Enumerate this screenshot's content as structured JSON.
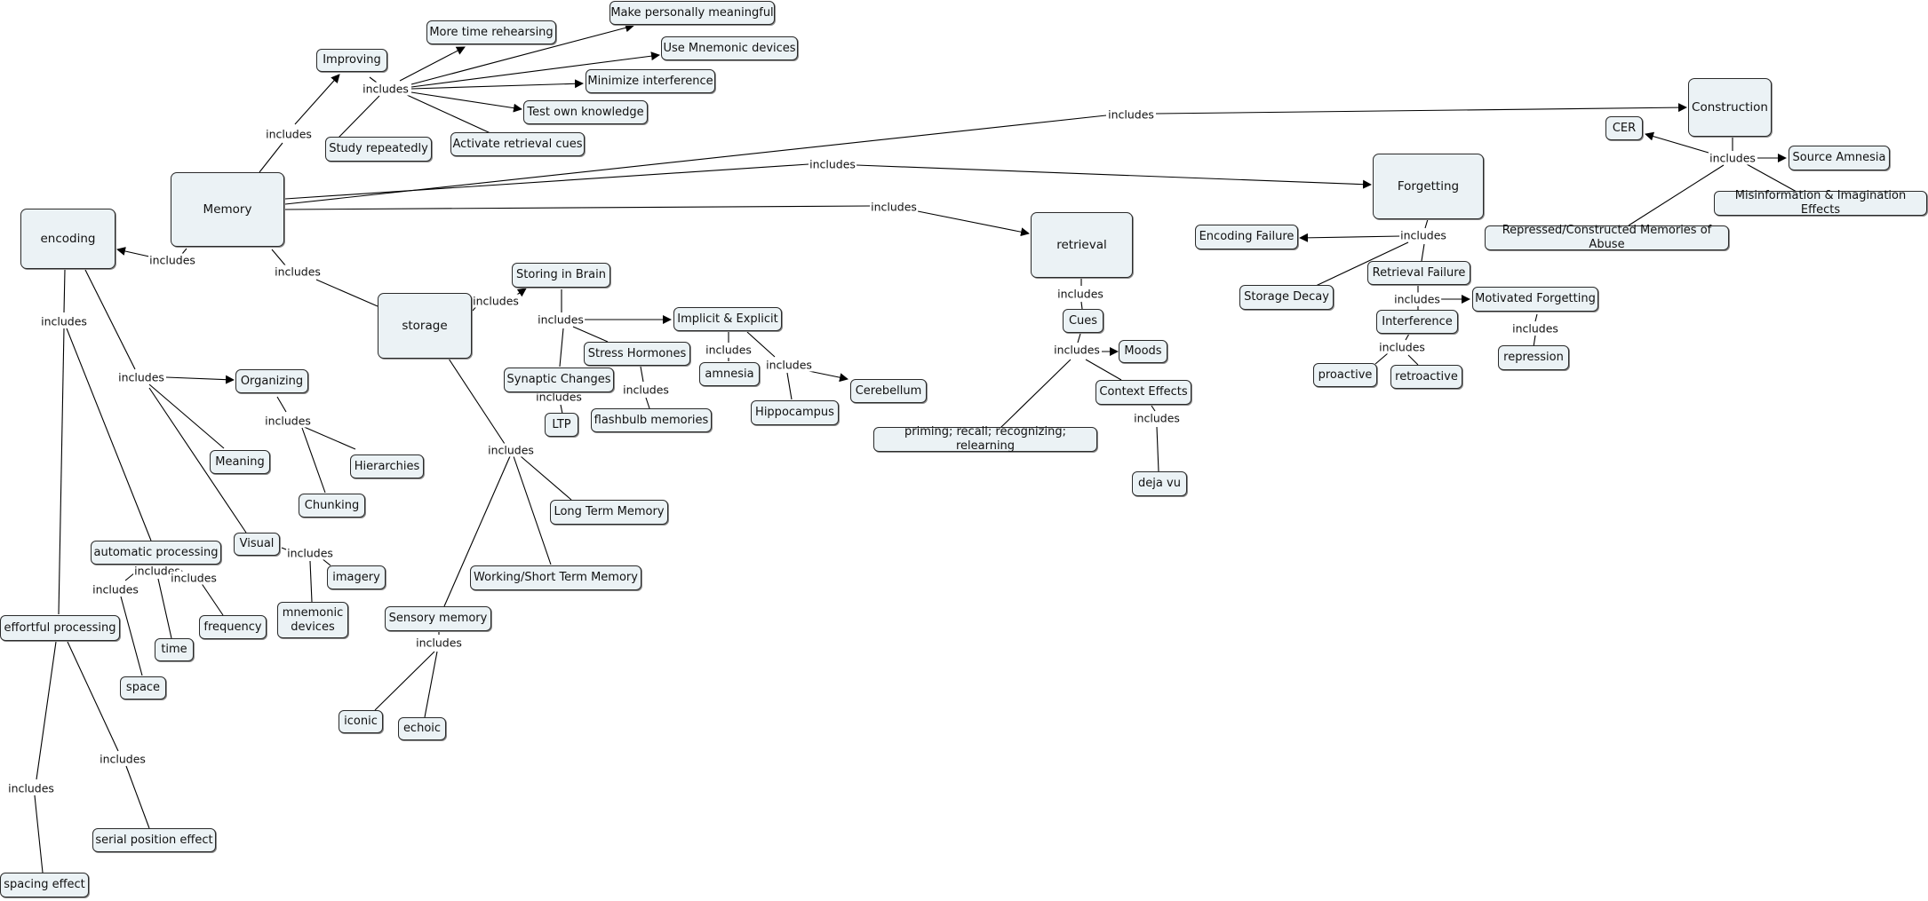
{
  "link_label": "includes",
  "concepts": {
    "memory": "Memory",
    "encoding": "encoding",
    "storage": "storage",
    "retrieval": "retrieval",
    "forgetting": "Forgetting",
    "construction": "Construction",
    "improving": "Improving",
    "more_time_rehearsing": "More time rehearsing",
    "make_personally_meaningful": "Make personally meaningful",
    "use_mnemonic_devices": "Use Mnemonic devices",
    "minimize_interference": "Minimize interference",
    "test_own_knowledge": "Test own knowledge",
    "activate_retrieval_cues": "Activate retrieval cues",
    "study_repeatedly": "Study repeatedly",
    "organizing": "Organizing",
    "meaning": "Meaning",
    "hierarchies": "Hierarchies",
    "chunking": "Chunking",
    "visual": "Visual",
    "imagery": "imagery",
    "mnemonic_devices": "mnemonic devices",
    "automatic_processing": "automatic processing",
    "time": "time",
    "frequency": "frequency",
    "space": "space",
    "effortful_processing": "effortful processing",
    "serial_position_effect": "serial position effect",
    "spacing_effect": "spacing effect",
    "storing_in_brain": "Storing in Brain",
    "implicit_explicit": "Implicit & Explicit",
    "stress_hormones": "Stress Hormones",
    "synaptic_changes": "Synaptic Changes",
    "ltp": "LTP",
    "flashbulb_memories": "flashbulb memories",
    "amnesia": "amnesia",
    "hippocampus": "Hippocampus",
    "cerebellum": "Cerebellum",
    "long_term_memory": "Long Term Memory",
    "working_short_term_memory": "Working/Short Term Memory",
    "sensory_memory": "Sensory memory",
    "iconic": "iconic",
    "echoic": "echoic",
    "cues": "Cues",
    "moods": "Moods",
    "context_effects": "Context Effects",
    "deja_vu": "deja vu",
    "priming": "priming; recall; recognizing; relearning",
    "encoding_failure": "Encoding Failure",
    "storage_decay": "Storage Decay",
    "retrieval_failure": "Retrieval Failure",
    "interference": "Interference",
    "motivated_forgetting": "Motivated Forgetting",
    "repression": "repression",
    "proactive": "proactive",
    "retroactive": "retroactive",
    "cer": "CER",
    "source_amnesia": "Source Amnesia",
    "misinformation_imagination": "Misinformation & Imagination Effects",
    "repressed_constructed": "Repressed/Constructed Memories of Abuse"
  }
}
